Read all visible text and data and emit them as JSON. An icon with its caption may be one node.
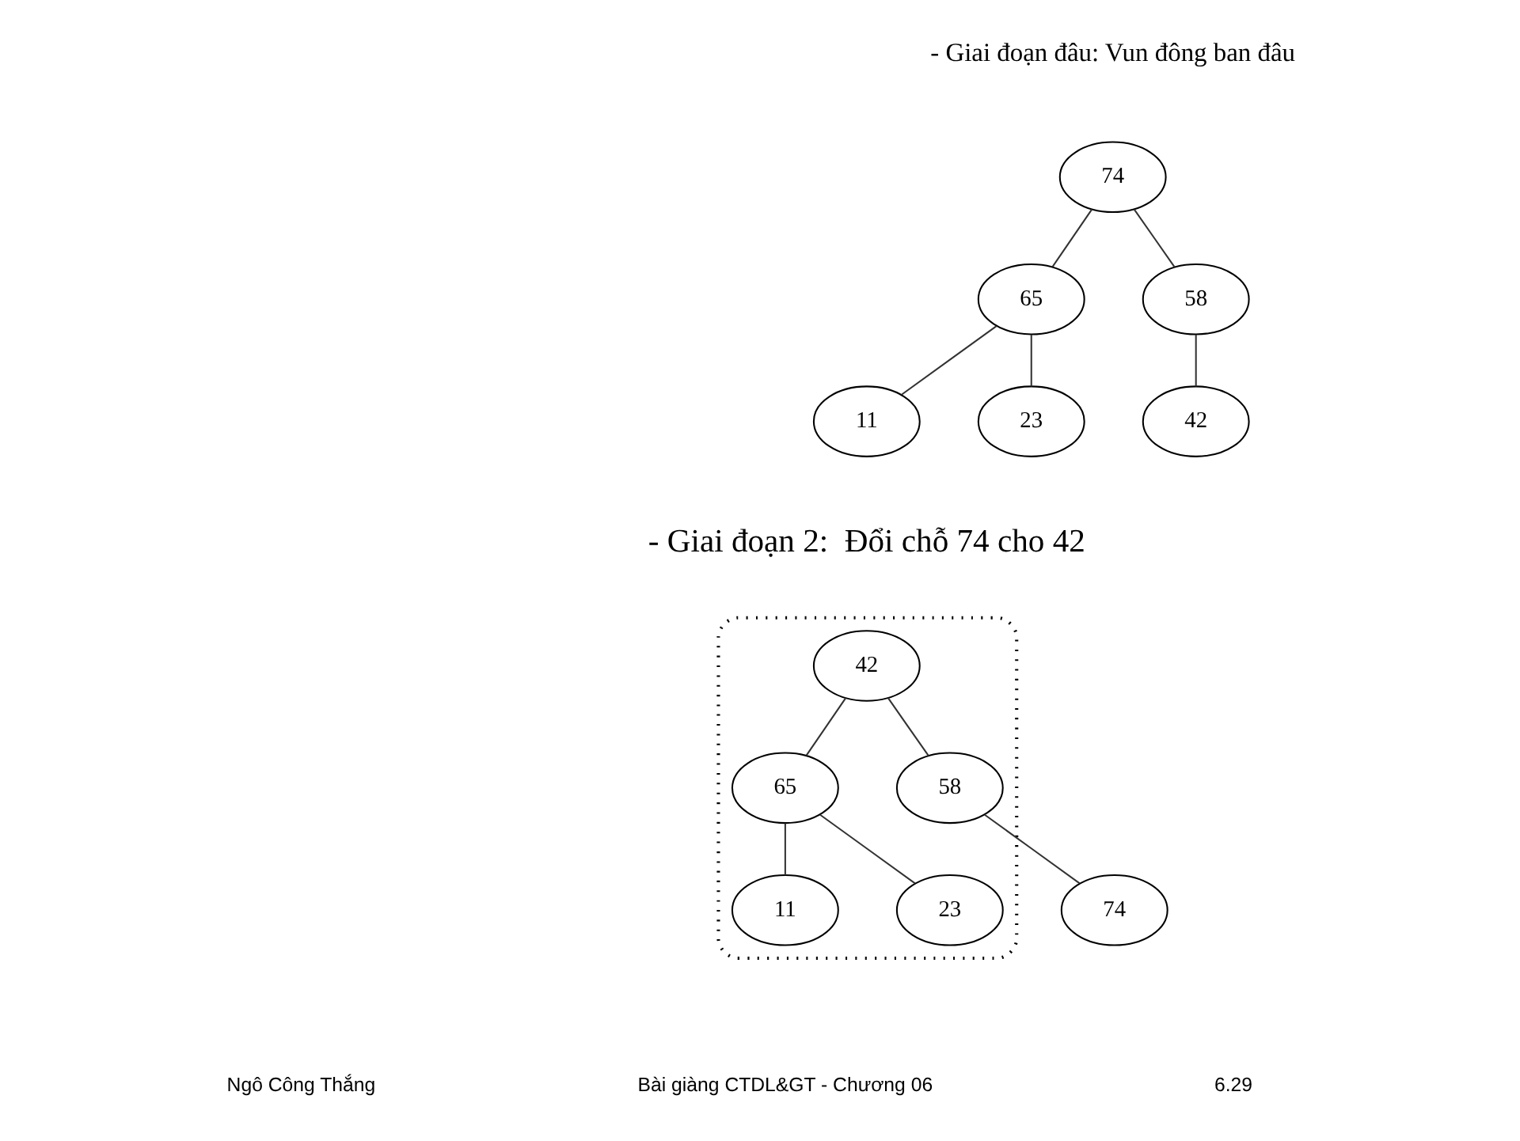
{
  "diagram": {
    "nodes": [
      {
        "text": [
          "74"
        ]
      },
      {
        "text": [
          "65"
        ]
      },
      {
        "text": [
          "58"
        ]
      },
      {
        "text": [
          "11"
        ]
      },
      {
        "text": [
          "23"
        ]
      },
      {
        "text": [
          "42"
        ]
      },
      {
        "text": [],
        "shape": "polygon"
      },
      {
        "text": [
          "42"
        ],
        "in": 6
      },
      {
        "text": [
          "65"
        ],
        "in": 6
      },
      {
        "text": [
          "58"
        ],
        "in": 6
      },
      {
        "text": [
          "11"
        ],
        "in": 6
      },
      {
        "text": [
          "23"
        ],
        "in": 6
      },
      {
        "text": [
          "74"
        ]
      }
    ],
    "edges": [
      {
        "from": 0,
        "to": 1,
        "arrow": "none"
      },
      {
        "from": 0,
        "to": 2,
        "arrow": "none"
      },
      {
        "from": 1,
        "to": 3,
        "arrow": "none"
      },
      {
        "from": 1,
        "to": 4,
        "arrow": "none"
      },
      {
        "from": 2,
        "to": 5,
        "arrow": "none"
      },
      {
        "from": 7,
        "to": 8,
        "arrow": "none"
      },
      {
        "from": 7,
        "to": 9,
        "arrow": "none"
      },
      {
        "from": 8,
        "to": 10,
        "arrow": "none"
      },
      {
        "from": 8,
        "to": 11,
        "arrow": "none"
      },
      {
        "from": 9,
        "to": 12,
        "arrow": "none"
      }
    ],
    "labels": [
      "- Giai đoạn đâu: Vun đông ban đâu",
      "- Giai đoạn 2:  Đổi chỗ 74 cho 42",
      "Ngô Công Thắng",
      "Bài giàng CTDL&GT - Chương 06",
      "6.29"
    ]
  }
}
